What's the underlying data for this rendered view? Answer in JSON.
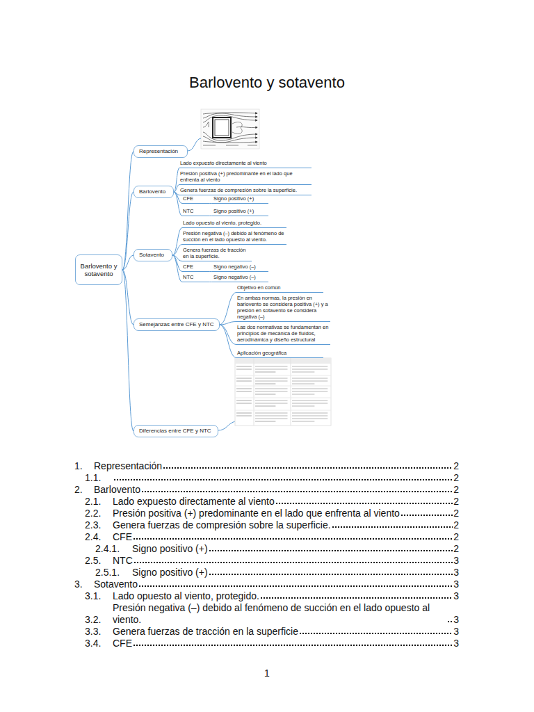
{
  "diagram": {
    "title": "Barlovento y sotavento",
    "nodes": [
      {
        "text": [
          "Barlovento y sotavento"
        ]
      },
      {
        "text": [
          "Representación"
        ]
      },
      {
        "text": [
          "Barlovento"
        ]
      },
      {
        "text": [
          "Lado expuesto directamente al viento"
        ]
      },
      {
        "text": [
          "Presión positiva (+) predominante en el lado que enfrenta al viento"
        ]
      },
      {
        "text": [
          "Genera fuerzas de compresión sobre la superficie."
        ]
      },
      {
        "text": [
          "CFE"
        ]
      },
      {
        "text": [
          "Signo positivo (+)"
        ]
      },
      {
        "text": [
          "NTC"
        ]
      },
      {
        "text": [
          "Signo positivo (+)"
        ]
      },
      {
        "text": [
          "Sotavento"
        ]
      },
      {
        "text": [
          "Lado opuesto al viento, protegido."
        ]
      },
      {
        "text": [
          "Presión negativa (–) debido al fenómeno de succión en el lado opuesto al viento."
        ]
      },
      {
        "text": [
          "Genera fuerzas de tracción en la superficie."
        ]
      },
      {
        "text": [
          "CFE"
        ]
      },
      {
        "text": [
          "Signo negativo (–)"
        ]
      },
      {
        "text": [
          "NTC"
        ]
      },
      {
        "text": [
          "Signo negativo (–)"
        ]
      },
      {
        "text": [
          "Semejanzas entre CFE y NTC"
        ]
      },
      {
        "text": [
          "Objetivo en común"
        ]
      },
      {
        "text": [
          "En ambas normas, la presión en barlovento se considera positiva (+) y a presión en sotavento se considera negativa (–)"
        ]
      },
      {
        "text": [
          "Las dos normativas se fundamentan en principios de mecánica de fluidos, aerodinámica y diseño estructural"
        ]
      },
      {
        "text": [
          "Aplicación geográfica"
        ]
      },
      {
        "text": [
          "Diferencias entre CFE y NTC"
        ]
      }
    ],
    "edges": [
      {
        "from": 0,
        "to": 1,
        "arrow": "none"
      },
      {
        "from": 0,
        "to": 2,
        "arrow": "none"
      },
      {
        "from": 0,
        "to": 10,
        "arrow": "none"
      },
      {
        "from": 0,
        "to": 18,
        "arrow": "none"
      },
      {
        "from": 0,
        "to": 23,
        "arrow": "none"
      },
      {
        "from": 2,
        "to": 3,
        "arrow": "none"
      },
      {
        "from": 2,
        "to": 4,
        "arrow": "none"
      },
      {
        "from": 2,
        "to": 5,
        "arrow": "none"
      },
      {
        "from": 2,
        "to": 6,
        "arrow": "none"
      },
      {
        "from": 6,
        "to": 7,
        "arrow": "none"
      },
      {
        "from": 2,
        "to": 8,
        "arrow": "none"
      },
      {
        "from": 8,
        "to": 9,
        "arrow": "none"
      },
      {
        "from": 10,
        "to": 11,
        "arrow": "none"
      },
      {
        "from": 10,
        "to": 12,
        "arrow": "none"
      },
      {
        "from": 10,
        "to": 13,
        "arrow": "none"
      },
      {
        "from": 10,
        "to": 14,
        "arrow": "none"
      },
      {
        "from": 14,
        "to": 15,
        "arrow": "none"
      },
      {
        "from": 10,
        "to": 16,
        "arrow": "none"
      },
      {
        "from": 16,
        "to": 17,
        "arrow": "none"
      },
      {
        "from": 18,
        "to": 19,
        "arrow": "none"
      },
      {
        "from": 18,
        "to": 20,
        "arrow": "none"
      },
      {
        "from": 18,
        "to": 21,
        "arrow": "none"
      },
      {
        "from": 18,
        "to": 22,
        "arrow": "none"
      }
    ],
    "labels": [
      "1.",
      "Representación",
      "2",
      "1.1.",
      "2",
      "2.",
      "Barlovento",
      "2",
      "2.1.",
      "Lado expuesto directamente al viento",
      "2",
      "2.2.",
      "Presión positiva (+) predominante en el lado que enfrenta al viento",
      "2",
      "2.3.",
      "Genera fuerzas de compresión sobre la superficie.",
      "2",
      "2.4.",
      "CFE",
      "2",
      "2.4.1.",
      "Signo positivo (+)",
      "2",
      "2.5.",
      "NTC",
      "3",
      "2.5.1.",
      "Signo positivo (+)",
      "3",
      "3.",
      "Sotavento",
      "3",
      "3.1.",
      "Lado opuesto al viento, protegido.",
      "3",
      "3.2.",
      "Presión negativa (–) debido al fenómeno de succión en el lado opuesto al viento.",
      "3",
      "3.3.",
      "Genera fuerzas de tracción en la superficie",
      "3",
      "3.4.",
      "CFE",
      "3",
      "1"
    ]
  }
}
